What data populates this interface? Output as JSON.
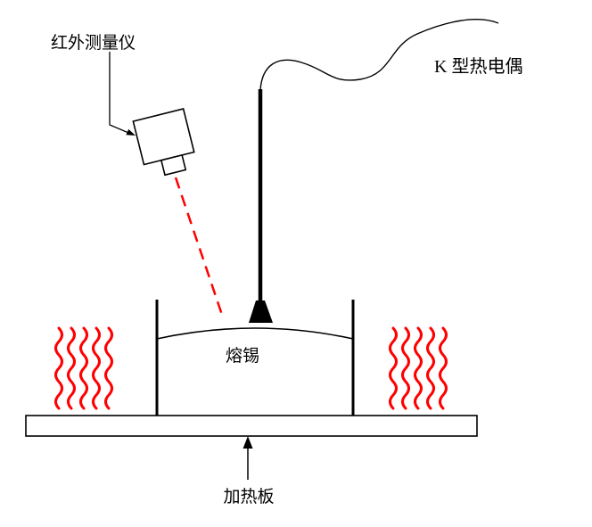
{
  "diagram": {
    "labels": {
      "infrared_meter": "红外测量仪",
      "thermocouple": "K 型热电偶",
      "molten_solder": "熔锡",
      "heating_plate": "加热板"
    },
    "colors": {
      "line": "#000000",
      "heat": "#ff0000",
      "beam": "#ff0000",
      "background": "#ffffff"
    }
  }
}
